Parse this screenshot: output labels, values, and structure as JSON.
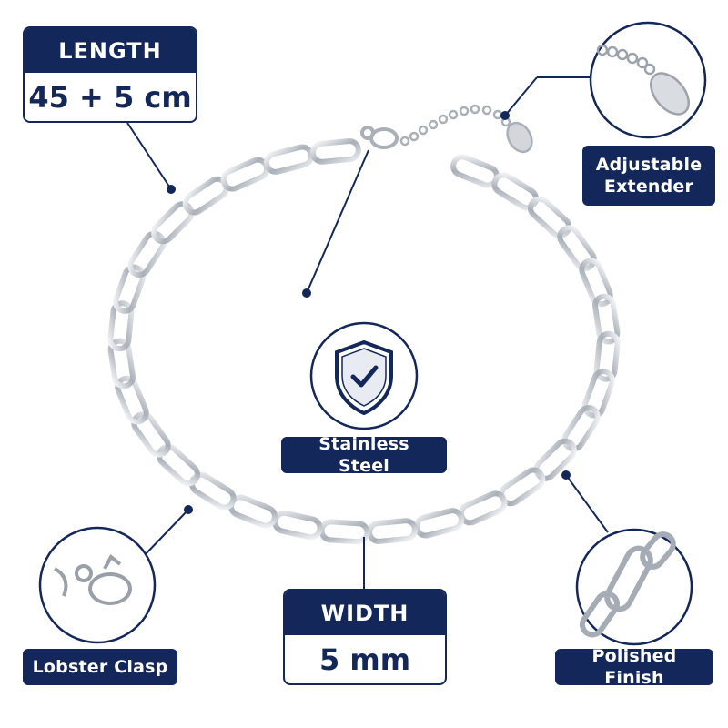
{
  "length": {
    "heading": "LENGTH",
    "value": "45 + 5 cm"
  },
  "width": {
    "heading": "WIDTH",
    "value": "5 mm"
  },
  "features": {
    "extender": "Adjustable Extender",
    "material": "Stainless Steel",
    "clasp": "Lobster Clasp",
    "finish": "Polished Finish"
  },
  "icons": {
    "material": "shield-check-icon",
    "extender": "extender-chain-icon",
    "clasp": "lobster-clasp-icon",
    "finish": "chain-link-icon"
  },
  "colors": {
    "accent": "#13275a",
    "silver": "#b9bec6",
    "background": "#ffffff"
  }
}
